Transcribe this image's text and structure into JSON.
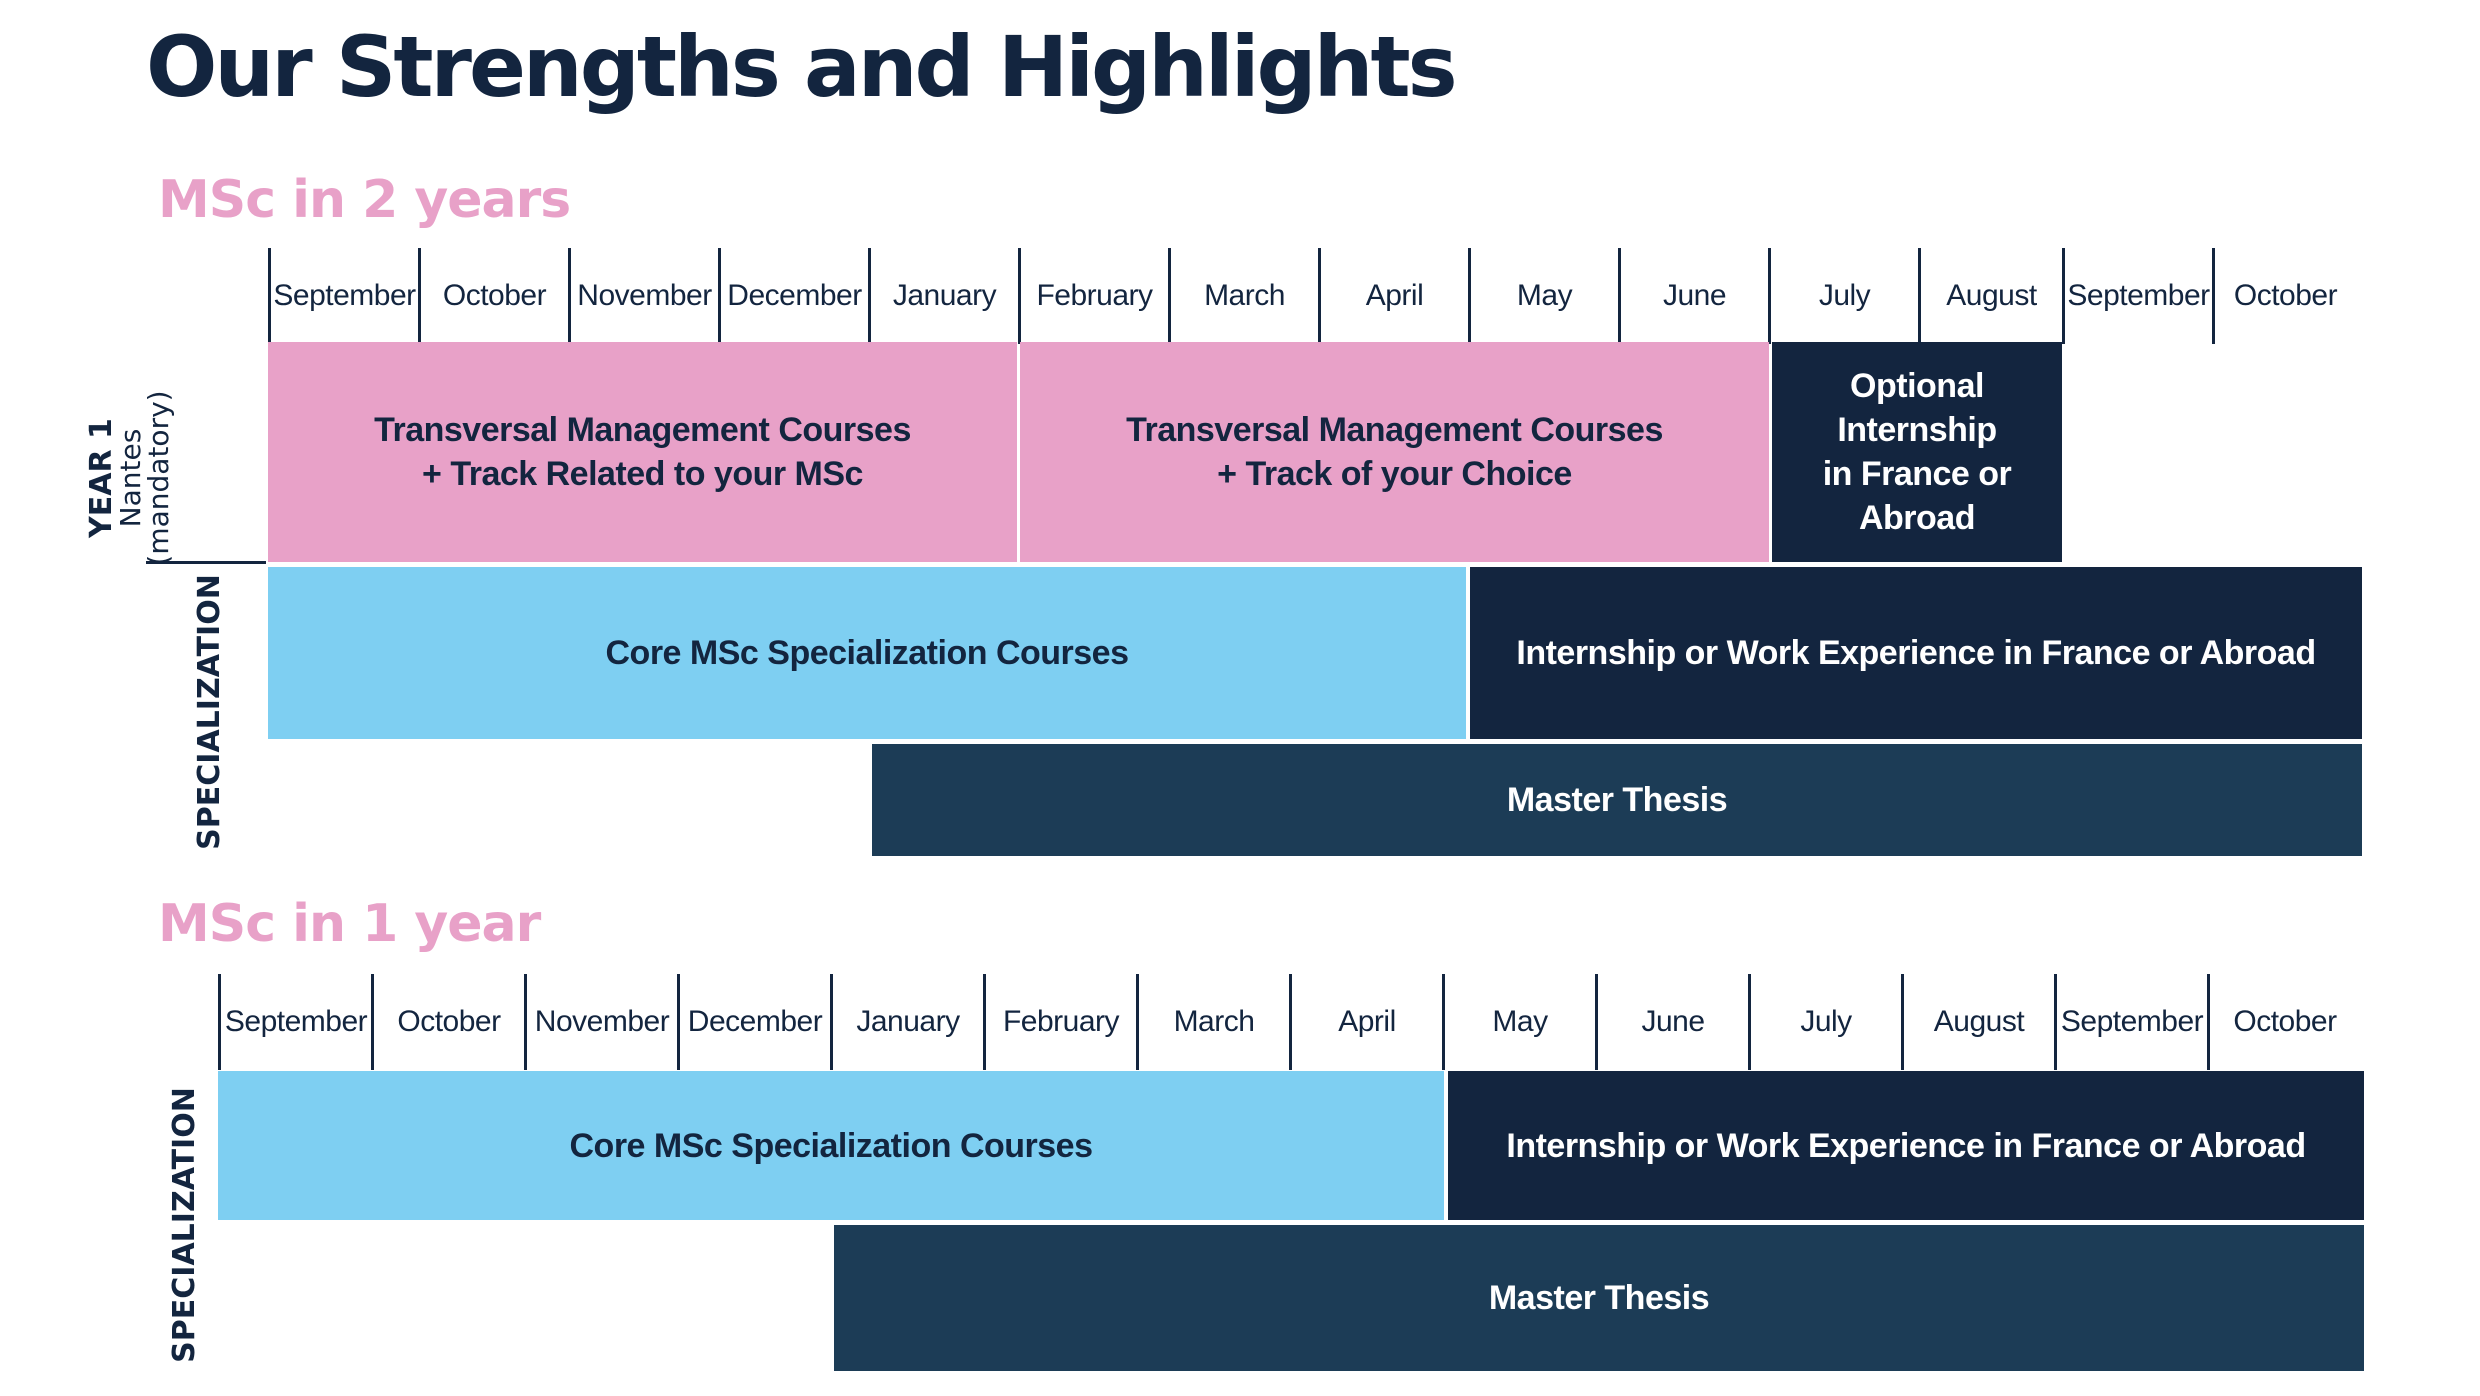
{
  "title": "Our Strengths and Highlights",
  "colors": {
    "navy": "#13253f",
    "navy_alt": "#1c3c56",
    "pink": "#e8a1c8",
    "light_blue": "#7ecff2"
  },
  "two_year": {
    "heading": "MSc in 2 years",
    "months": [
      "September",
      "October",
      "November",
      "December",
      "January",
      "February",
      "March",
      "April",
      "May",
      "June",
      "July",
      "August",
      "September",
      "October"
    ],
    "year1_label": "YEAR 1",
    "year1_sub1": "Nantes",
    "year1_sub2": "(mandatory)",
    "specialization_label": "SPECIALIZATION",
    "bars": {
      "transversal_1": "Transversal Management Courses\n+ Track Related to your MSc",
      "transversal_2": "Transversal Management Courses\n+ Track of your Choice",
      "optional_internship": "Optional\nInternship\nin France or\nAbroad",
      "core_courses": "Core MSc Specialization Courses",
      "internship": "Internship or Work Experience in France or Abroad",
      "thesis": "Master Thesis"
    }
  },
  "one_year": {
    "heading": "MSc in 1 year",
    "months": [
      "September",
      "October",
      "November",
      "December",
      "January",
      "February",
      "March",
      "April",
      "May",
      "June",
      "July",
      "August",
      "September",
      "October"
    ],
    "specialization_label": "SPECIALIZATION",
    "bars": {
      "core_courses": "Core MSc Specialization Courses",
      "internship": "Internship or Work Experience in France or Abroad",
      "thesis": "Master Thesis"
    }
  }
}
